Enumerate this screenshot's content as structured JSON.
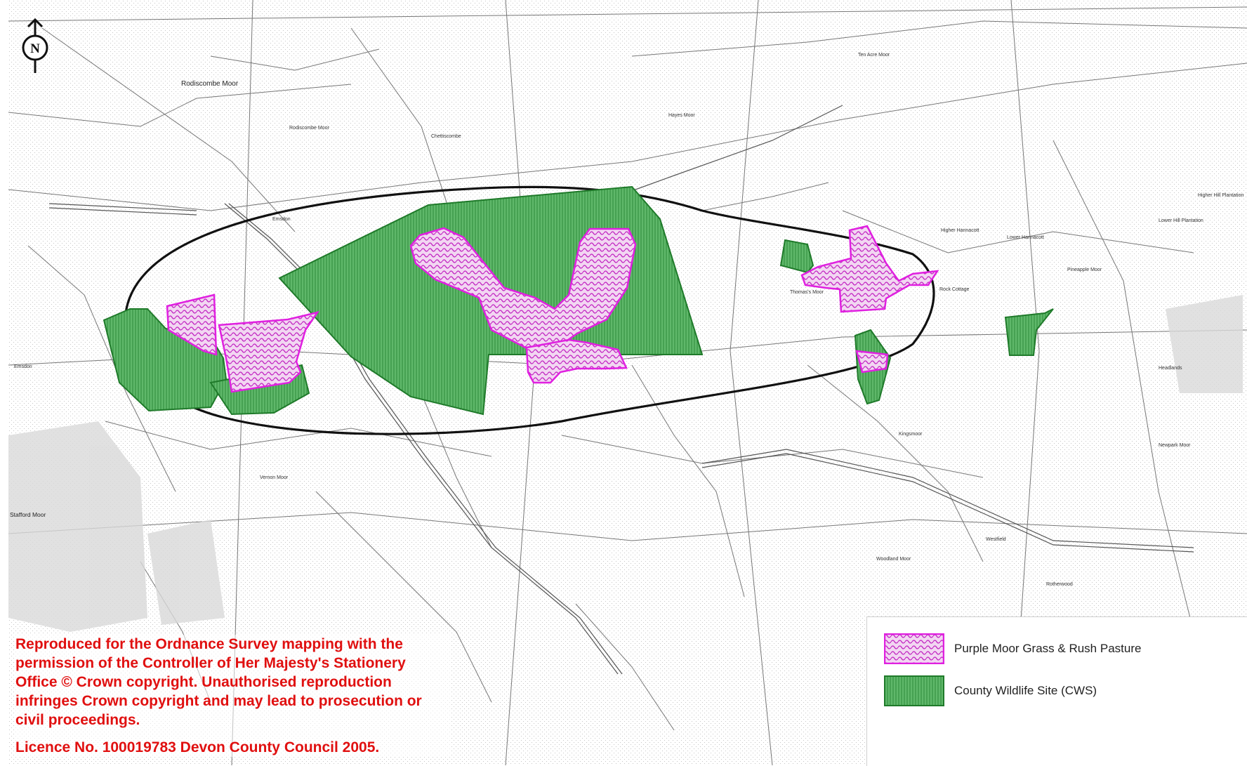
{
  "map": {
    "north_label": "N",
    "place_labels": [
      {
        "id": "rodiscombe-moor",
        "text": "Rodiscombe Moor"
      },
      {
        "id": "rodiscombe-moor-small",
        "text": "Rodiscombe Moor"
      },
      {
        "id": "ten-acre-moor",
        "text": "Ten Acre Moor"
      },
      {
        "id": "hayes-moor",
        "text": "Hayes Moor"
      },
      {
        "id": "chettiscombe",
        "text": "Chettiscombe"
      },
      {
        "id": "vernon-moor",
        "text": "Vernon Moor"
      },
      {
        "id": "stafford-moor",
        "text": "Stafford Moor"
      },
      {
        "id": "woodland-moor",
        "text": "Woodland Moor"
      },
      {
        "id": "westfield",
        "text": "Westfield"
      },
      {
        "id": "newpark-moor",
        "text": "Newpark Moor"
      },
      {
        "id": "emsdon",
        "text": "Emsdon"
      },
      {
        "id": "emsdon-2",
        "text": "Emsdon"
      },
      {
        "id": "thomaszs-moor",
        "text": "Thomas's Moor"
      },
      {
        "id": "higher-hannacott",
        "text": "Higher Hannacott"
      },
      {
        "id": "lower-hannacott",
        "text": "Lower Hannacott"
      },
      {
        "id": "rock-cottage",
        "text": "Rock Cottage"
      },
      {
        "id": "higher-hill",
        "text": "Higher Hill Plantation"
      },
      {
        "id": "lower-hill",
        "text": "Lower Hill Plantation"
      },
      {
        "id": "headlands",
        "text": "Headlands"
      },
      {
        "id": "pineapple",
        "text": "Pineapple Moor"
      },
      {
        "id": "kingsmoor",
        "text": "Kingsmoor"
      },
      {
        "id": "rotherwood",
        "text": "Rotherwood"
      }
    ]
  },
  "copyright": {
    "text": "Reproduced for the Ordnance Survey mapping with the permission of the Controller of Her Majesty's Stationery Office © Crown copyright. Unauthorised reproduction infringes Crown copyright and may lead to prosecution or civil proceedings.",
    "licence": "Licence No. 100019783 Devon County Council 2005."
  },
  "legend": {
    "items": [
      {
        "label": "Purple Moor Grass & Rush Pasture",
        "color": "#e020e0",
        "pattern": "wavy-magenta"
      },
      {
        "label": "County Wildlife Site (CWS)",
        "color": "#2e9e3a",
        "pattern": "vertical-green"
      }
    ]
  },
  "colors": {
    "cws_fill": "#5fb86a",
    "cws_stroke": "#1f7a2a",
    "pasture_stroke": "#e020e0",
    "boundary": "#111111",
    "map_line": "#777777"
  }
}
